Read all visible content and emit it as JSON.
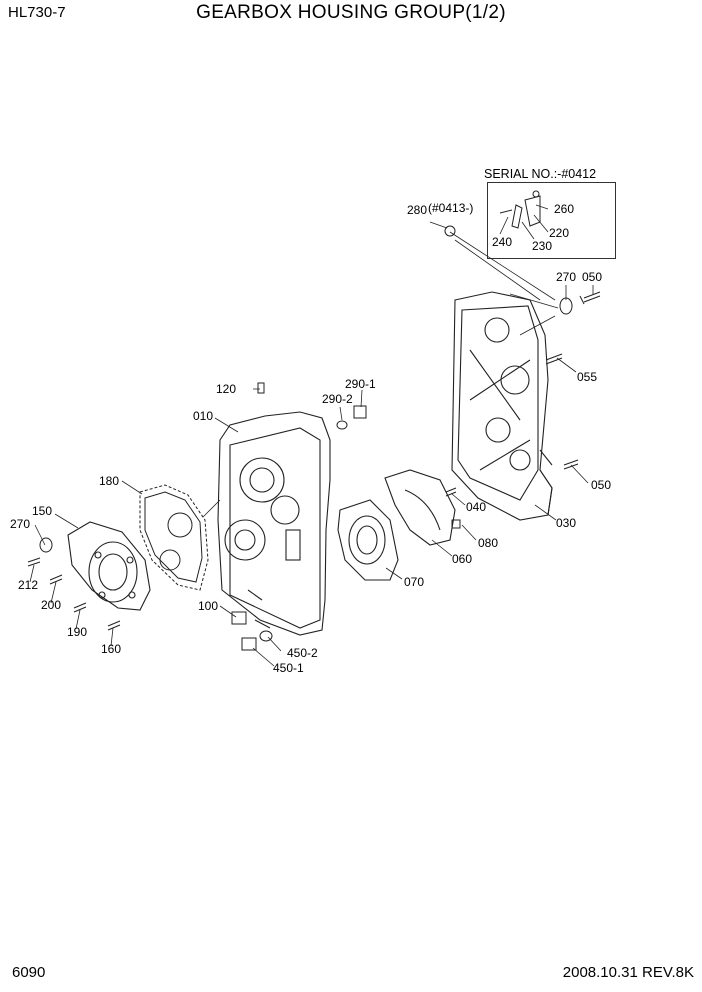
{
  "header": {
    "model": "HL730-7",
    "title": "GEARBOX HOUSING GROUP(1/2)"
  },
  "footer": {
    "page": "6090",
    "date_rev": "2008.10.31  REV.8K"
  },
  "serial_box": {
    "label": "SERIAL NO.:-#0412"
  },
  "parts": [
    {
      "id": "280",
      "text": "280"
    },
    {
      "id": "280-note",
      "text": "(#0413-)"
    },
    {
      "id": "260",
      "text": "260"
    },
    {
      "id": "220",
      "text": "220"
    },
    {
      "id": "240",
      "text": "240"
    },
    {
      "id": "230",
      "text": "230"
    },
    {
      "id": "270-top",
      "text": "270"
    },
    {
      "id": "050-top",
      "text": "050"
    },
    {
      "id": "055",
      "text": "055"
    },
    {
      "id": "120",
      "text": "120"
    },
    {
      "id": "290-1",
      "text": "290-1"
    },
    {
      "id": "290-2",
      "text": "290-2"
    },
    {
      "id": "010",
      "text": "010"
    },
    {
      "id": "050-right",
      "text": "050"
    },
    {
      "id": "040",
      "text": "040"
    },
    {
      "id": "030",
      "text": "030"
    },
    {
      "id": "180",
      "text": "180"
    },
    {
      "id": "150",
      "text": "150"
    },
    {
      "id": "270-left",
      "text": "270"
    },
    {
      "id": "080",
      "text": "080"
    },
    {
      "id": "060",
      "text": "060"
    },
    {
      "id": "070",
      "text": "070"
    },
    {
      "id": "212",
      "text": "212"
    },
    {
      "id": "200",
      "text": "200"
    },
    {
      "id": "100",
      "text": "100"
    },
    {
      "id": "190",
      "text": "190"
    },
    {
      "id": "450-2",
      "text": "450-2"
    },
    {
      "id": "160",
      "text": "160"
    },
    {
      "id": "450-1",
      "text": "450-1"
    }
  ]
}
